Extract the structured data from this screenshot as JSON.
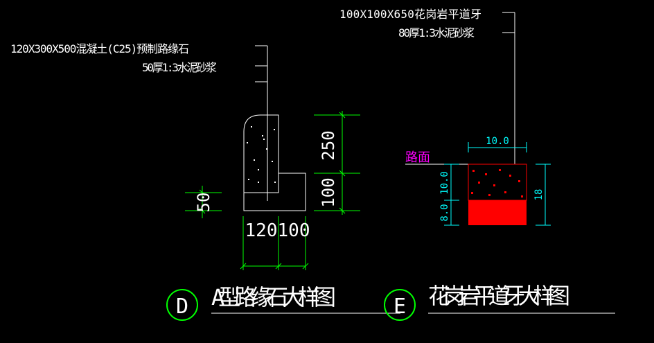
{
  "detail_d": {
    "note_line1": "120X300X500混凝土(C25)预制路缘石",
    "note_line2": "50厚1:3水泥砂浆",
    "dim_250": "250",
    "dim_100_v": "100",
    "dim_50": "50",
    "dim_120": "120",
    "dim_100_h": "100",
    "marker": "D",
    "title": "A型路缘石大样图"
  },
  "detail_e": {
    "note_line1": "100X100X650花岗岩平道牙",
    "note_line2": "80厚1:3水泥砂浆",
    "road_label": "路面",
    "dim_width": "10.0",
    "dim_top": "10.0",
    "dim_bottom": "8.0",
    "dim_total": "18",
    "marker": "E",
    "title": "花岗岩平道牙大样图"
  },
  "colors": {
    "background": "#000000",
    "line": "#ffffff",
    "dim_green": "#00ff00",
    "dim_cyan": "#00ffff",
    "red": "#ff0000",
    "magenta": "#ff00ff"
  }
}
